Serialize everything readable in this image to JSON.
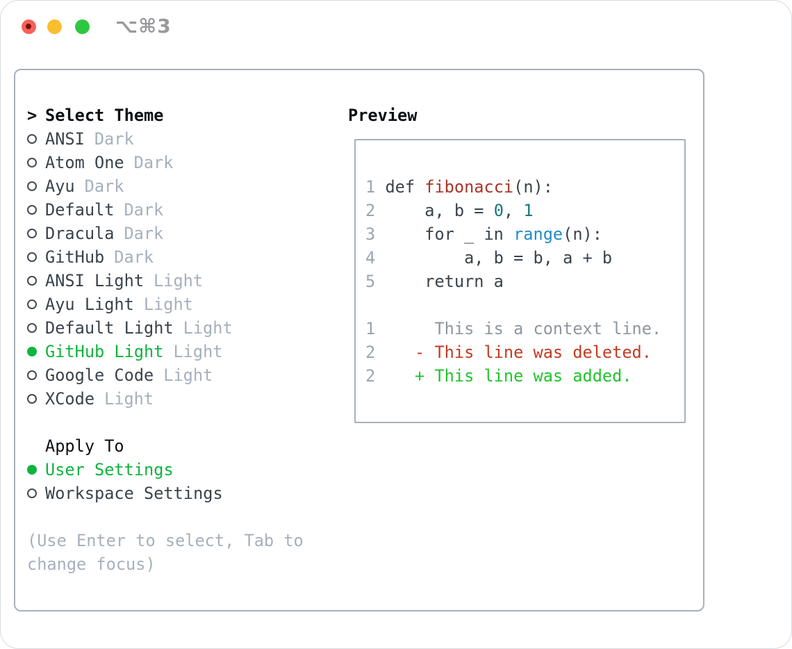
{
  "window": {
    "title": "⌥⌘3"
  },
  "theme_panel": {
    "prompt": ">",
    "header": "Select Theme",
    "themes": [
      {
        "name": "ANSI",
        "variant": "Dark",
        "selected": false
      },
      {
        "name": "Atom One",
        "variant": "Dark",
        "selected": false
      },
      {
        "name": "Ayu",
        "variant": "Dark",
        "selected": false
      },
      {
        "name": "Default",
        "variant": "Dark",
        "selected": false
      },
      {
        "name": "Dracula",
        "variant": "Dark",
        "selected": false
      },
      {
        "name": "GitHub",
        "variant": "Dark",
        "selected": false
      },
      {
        "name": "ANSI Light",
        "variant": "Light",
        "selected": false
      },
      {
        "name": "Ayu Light",
        "variant": "Light",
        "selected": false
      },
      {
        "name": "Default Light",
        "variant": "Light",
        "selected": false
      },
      {
        "name": "GitHub Light",
        "variant": "Light",
        "selected": true
      },
      {
        "name": "Google Code",
        "variant": "Light",
        "selected": false
      },
      {
        "name": "XCode",
        "variant": "Light",
        "selected": false
      }
    ],
    "apply_header": "Apply To",
    "apply_options": [
      {
        "label": "User Settings",
        "selected": true
      },
      {
        "label": "Workspace Settings",
        "selected": false
      }
    ],
    "hint": "(Use Enter to select, Tab to change focus)"
  },
  "preview_panel": {
    "header": "Preview",
    "code_lines": [
      {
        "num": "1",
        "indent": "",
        "tokens": [
          {
            "text": "def ",
            "style": "plain"
          },
          {
            "text": "fibonacci",
            "style": "function"
          },
          {
            "text": "(n):",
            "style": "plain"
          }
        ]
      },
      {
        "num": "2",
        "indent": "    ",
        "tokens": [
          {
            "text": "a, b = ",
            "style": "plain"
          },
          {
            "text": "0",
            "style": "number"
          },
          {
            "text": ", ",
            "style": "plain"
          },
          {
            "text": "1",
            "style": "number"
          }
        ]
      },
      {
        "num": "3",
        "indent": "    ",
        "tokens": [
          {
            "text": "for _ in ",
            "style": "plain"
          },
          {
            "text": "range",
            "style": "builtin"
          },
          {
            "text": "(n):",
            "style": "plain"
          }
        ]
      },
      {
        "num": "4",
        "indent": "        ",
        "tokens": [
          {
            "text": "a, b = b, a + b",
            "style": "plain"
          }
        ]
      },
      {
        "num": "5",
        "indent": "    ",
        "tokens": [
          {
            "text": "return a",
            "style": "plain"
          }
        ]
      }
    ],
    "diff_lines": [
      {
        "num": "1",
        "marker": " ",
        "text": "This is a context line.",
        "type": "context"
      },
      {
        "num": "2",
        "marker": "-",
        "text": "This line was deleted.",
        "type": "deleted"
      },
      {
        "num": "2",
        "marker": "+",
        "text": "This line was added.",
        "type": "added"
      }
    ]
  },
  "colors": {
    "accent-green": "#0eb43e",
    "added-green": "#20c42c",
    "deleted-red": "#c53a22",
    "function-red": "#a93528",
    "number-teal": "#17787b",
    "builtin-blue": "#1e8cc8",
    "text-dark": "#3a434c",
    "muted-gray": "#a6b0bd",
    "line-number-gray": "#9aa5b2",
    "context-gray": "#8e979f",
    "header-black": "#0c1013",
    "border-gray": "#a7b0bb",
    "traffic-red": "#f9615a",
    "traffic-yellow": "#fcbd2f",
    "traffic-green": "#2dc841"
  }
}
